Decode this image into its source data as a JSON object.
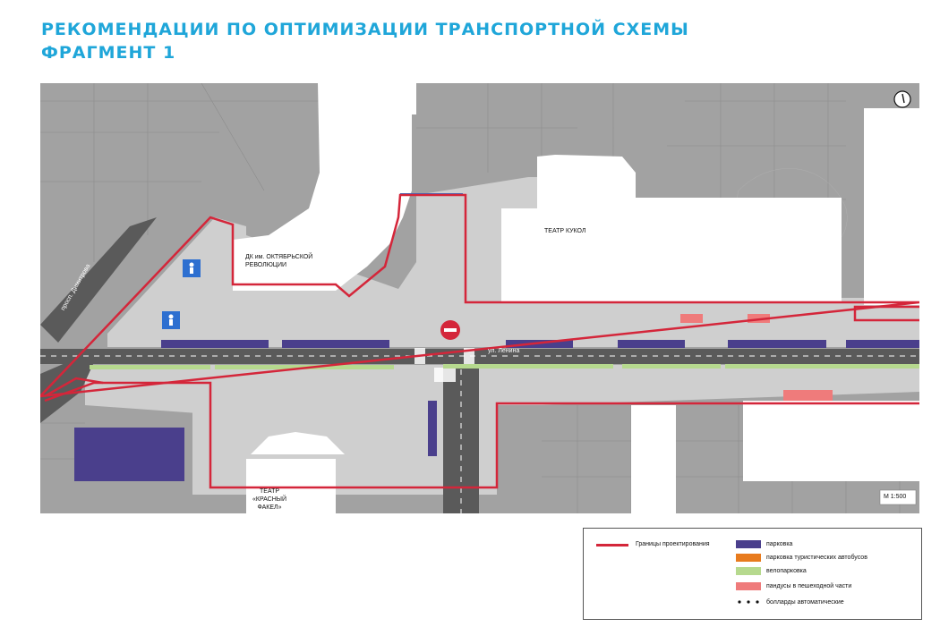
{
  "header": {
    "title_line1": "РЕКОМЕНДАЦИИ ПО ОПТИМИЗАЦИИ ТРАНСПОРТНОЙ СХЕМЫ",
    "title_line2": "ФРАГМЕНТ 1"
  },
  "map": {
    "labels": {
      "dk": "ДК им. ОКТЯБРЬСКОЙ\nРЕВОЛЮЦИИ",
      "puppet_theatre": "ТЕАТР КУКОЛ",
      "street_lenina": "ул. Ленина",
      "prospekt": "просп. Димитрова",
      "red_torch_theatre": "ТЕАТР\n«КРАСНЫЙ\nФАКЕЛ»",
      "scale": "М 1:500"
    },
    "icons": [
      "north-arrow-icon",
      "pedestrian-crossing-icon",
      "no-entry-icon"
    ]
  },
  "legend": {
    "boundary": "Границы проектирования",
    "items": [
      {
        "label": "парковка",
        "color": "#4a3f8c"
      },
      {
        "label": "парковка туристических автобусов",
        "color": "#e87b1e"
      },
      {
        "label": "велопарковка",
        "color": "#b6d98e"
      },
      {
        "label": "пандусы в пешеходной части",
        "color": "#ef7b7b"
      },
      {
        "label": "болларды автоматические",
        "color": "#111111"
      }
    ]
  },
  "colors": {
    "accent": "#1fa6d9",
    "boundary": "#d4263a",
    "road": "#5a5a5a",
    "pavement": "#cfcfcf",
    "building": "#ffffff",
    "parking": "#4a3f8c",
    "bike": "#b6d98e"
  }
}
